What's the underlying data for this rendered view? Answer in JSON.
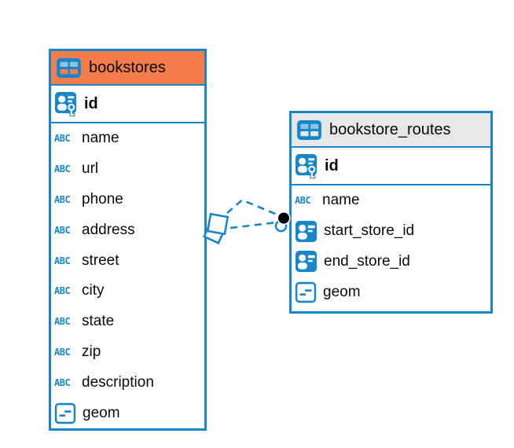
{
  "colors": {
    "accent_blue": "#1787c9",
    "bookstores_header": "#f57d4b",
    "routes_header": "#e7e7e7",
    "endpoint_dot": "#000000",
    "background": "#ffffff"
  },
  "icons": {
    "abc_label": "ABC"
  },
  "tables": {
    "bookstores": {
      "title": "bookstores",
      "primary_key": "id",
      "columns": [
        "name",
        "url",
        "phone",
        "address",
        "street",
        "city",
        "state",
        "zip",
        "description",
        "geom"
      ]
    },
    "routes": {
      "title": "bookstore_routes",
      "primary_key": "id",
      "columns": [
        "name",
        "start_store_id",
        "end_store_id",
        "geom"
      ]
    }
  },
  "relationship": {
    "from_table": "bookstores",
    "to_table": "bookstore_routes",
    "style": "dashed",
    "line_count": 2
  }
}
